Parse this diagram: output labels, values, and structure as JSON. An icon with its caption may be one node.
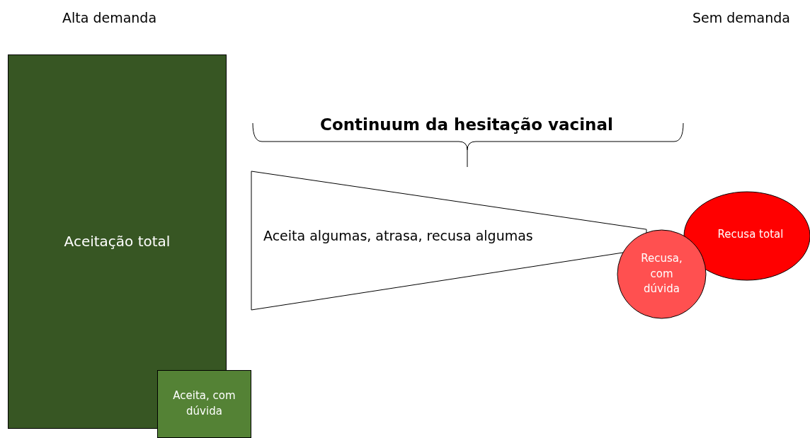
{
  "diagram": {
    "nodes": [
      {
        "text": [
          "Aceitação total"
        ]
      },
      {
        "text": [
          "Aceita, com dúvida"
        ]
      },
      {
        "text": [
          "Aceita algumas, atrasa, recusa algumas"
        ]
      },
      {
        "text": [
          "Recusa, com dúvida"
        ]
      },
      {
        "text": [
          "Recusa total"
        ]
      }
    ],
    "labels": [
      "Alta demanda",
      "Sem demanda",
      "Continuum da hesitação vacinal"
    ]
  }
}
